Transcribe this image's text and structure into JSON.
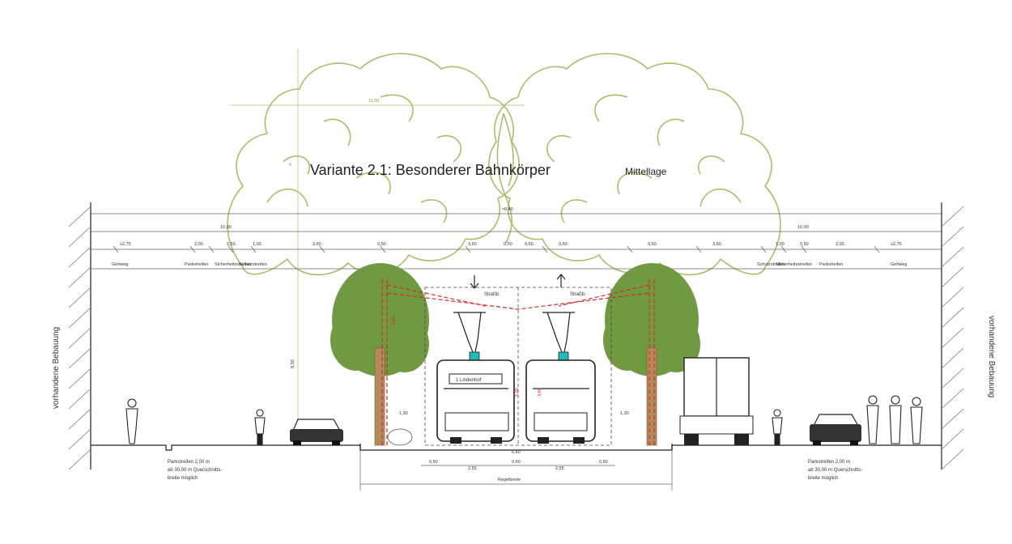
{
  "title": {
    "main": "Variante 2.1: Besonderer Bahnkörper",
    "suffix": "Mittellage"
  },
  "side_labels": {
    "left": "vorhandene Bebauung",
    "right": "vorhandene Bebauung"
  },
  "overall_dims": {
    "total": "≈8,40",
    "left_half": "10,00",
    "right_half": "10,00",
    "top_small": "11,00"
  },
  "segment_dims": {
    "left": [
      "≥2,75",
      "2,00",
      "0,50",
      "1,00",
      "3,60",
      "0,50",
      "3,60",
      "0,50"
    ],
    "right": [
      "0,50",
      "3,60",
      "0,50",
      "3,60",
      "1,00",
      "0,50",
      "2,00",
      "≥2,75"
    ]
  },
  "segment_labels": {
    "left": [
      "Gehweg",
      "Parkstreifen",
      "Sicherheitsstreifen",
      "Schutzstreifen"
    ],
    "right": [
      "Schutzstreifen",
      "Sicherheitsstreifen",
      "Parkstreifen",
      "Gehweg"
    ]
  },
  "tram": {
    "label_left": "Straßb.",
    "label_right": "Straßb.",
    "destination": "1 Lindenhof",
    "height": "3,60",
    "side_clearance": "1,30"
  },
  "vertical_dims": {
    "pole_height": "8,50",
    "wire_height": "5,00",
    "mast": "3,00",
    "shelter": "1,00",
    "top": "5"
  },
  "bottom_dims": [
    "0,50",
    "2,55",
    "0,60",
    "2,55",
    "0,50",
    "6,60",
    "Regelbreite"
  ],
  "notes": {
    "left": [
      "Parkstreifen 2,00 m",
      "ab 30,00 m Querschnitts-",
      "breite möglich"
    ],
    "right": [
      "Parkstreifen 2,00 m",
      "ab 30,00 m Querschnitts-",
      "breite möglich"
    ]
  },
  "colors": {
    "tree_outline": "#a7bf6a",
    "tree_fill": "#6f9a42",
    "overhead_line": "#d62a2a",
    "line": "#222222"
  }
}
